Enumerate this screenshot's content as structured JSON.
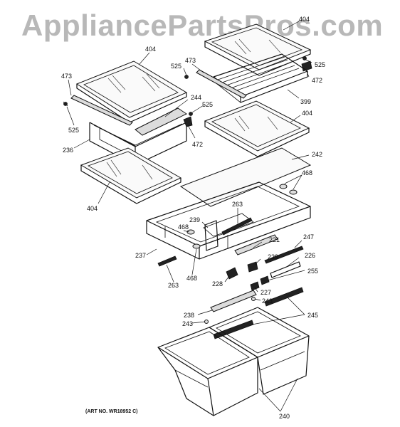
{
  "watermark": "AppliancePartsPros.com",
  "art_number": "(ART NO. WR18952 C)",
  "labels": {
    "p404a": "404",
    "p404b": "404",
    "p404c": "404",
    "p404d": "404",
    "p473a": "473",
    "p473b": "473",
    "p525a": "525",
    "p525b": "525",
    "p525c": "525",
    "p525d": "525",
    "p472a": "472",
    "p472b": "472",
    "p244": "244",
    "p236": "236",
    "p399": "399",
    "p242": "242",
    "p468a": "468",
    "p468b": "468",
    "p468c": "468",
    "p263a": "263",
    "p263b": "263",
    "p239": "239",
    "p221": "221",
    "p237": "237",
    "p247": "247",
    "p229": "229",
    "p226": "226",
    "p255": "255",
    "p228": "228",
    "p227": "227",
    "p243a": "243",
    "p243b": "243",
    "p238": "238",
    "p245": "245",
    "p240": "240"
  },
  "colors": {
    "line": "#111111",
    "watermark": "#b8b8b8",
    "background": "#ffffff"
  }
}
